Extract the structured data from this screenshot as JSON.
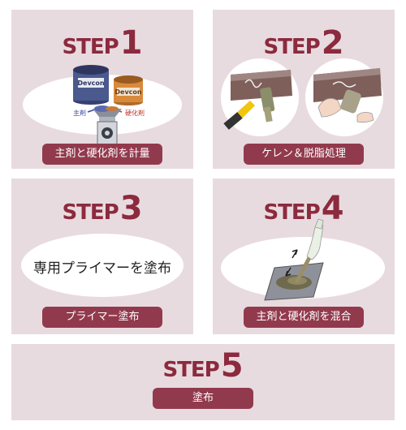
{
  "steps": [
    {
      "word": "STEP",
      "num": "1",
      "label": "主剤と硬化剤を計量",
      "illustration": {
        "can_brand": "Devcon",
        "left_tag": "主剤",
        "right_tag": "硬化剤"
      }
    },
    {
      "word": "STEP",
      "num": "2",
      "label": "ケレン＆脱脂処理"
    },
    {
      "word": "STEP",
      "num": "3",
      "label": "プライマー塗布",
      "oval_text": "専用プライマーを塗布"
    },
    {
      "word": "STEP",
      "num": "4",
      "label": "主剤と硬化剤を混合"
    },
    {
      "word": "STEP",
      "num": "5",
      "label": "塗布"
    }
  ],
  "colors": {
    "title": "#8c2a3e",
    "button": "#923a4d",
    "panel": "#e8dbe0"
  }
}
